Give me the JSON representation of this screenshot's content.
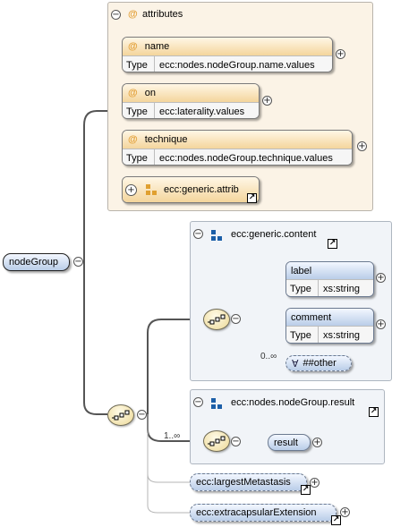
{
  "root": {
    "name": "nodeGroup"
  },
  "attributes": {
    "title": "attributes",
    "items": [
      {
        "name": "name",
        "type_label": "Type",
        "type": "ecc:nodes.nodeGroup.name.values"
      },
      {
        "name": "on",
        "type_label": "Type",
        "type": "ecc:laterality.values"
      },
      {
        "name": "technique",
        "type_label": "Type",
        "type": "ecc:nodes.nodeGroup.technique.values"
      }
    ],
    "group_ref": "ecc:generic.attrib"
  },
  "generic_content": {
    "title": "ecc:generic.content",
    "elements": [
      {
        "name": "label",
        "type_label": "Type",
        "type": "xs:string"
      },
      {
        "name": "comment",
        "type_label": "Type",
        "type": "xs:string"
      }
    ],
    "any": {
      "occurs": "0..∞",
      "symbol": "∀",
      "label": "##other"
    }
  },
  "result_group": {
    "title": "ecc:nodes.nodeGroup.result",
    "occurs": "1..∞",
    "element": "result"
  },
  "optional_refs": [
    "ecc:largestMetastasis",
    "ecc:extracapsularExtension"
  ],
  "symbols": {
    "collapse": "−",
    "expand": "+",
    "reference": "↗",
    "attribute": "@"
  },
  "colors": {
    "attribute_fill": "#fbf3e6",
    "group_fill": "#f1f4f8",
    "element_fill": "#b9cde8",
    "attribute_header": "#f4d59c",
    "compositor_fill": "#ecd895"
  }
}
